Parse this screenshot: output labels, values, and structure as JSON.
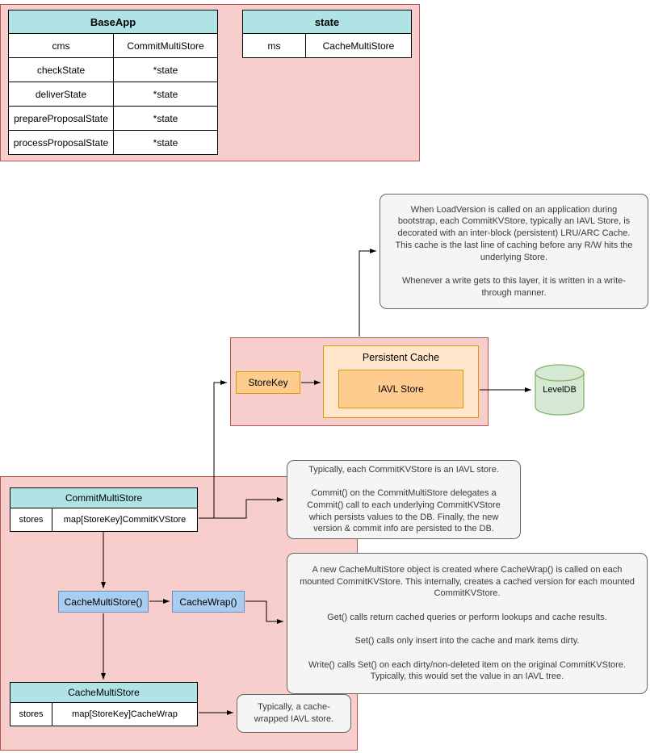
{
  "baseapp_panel": {
    "baseapp_table": {
      "title": "BaseApp",
      "rows": [
        {
          "key": "cms",
          "value": "CommitMultiStore"
        },
        {
          "key": "checkState",
          "value": "*state"
        },
        {
          "key": "deliverState",
          "value": "*state"
        },
        {
          "key": "prepareProposalState",
          "value": "*state"
        },
        {
          "key": "processProposalState",
          "value": "*state"
        }
      ]
    },
    "state_table": {
      "title": "state",
      "rows": [
        {
          "key": "ms",
          "value": "CacheMultiStore"
        }
      ]
    }
  },
  "persistent_cache_panel": {
    "store_key_label": "StoreKey",
    "persistent_cache_label": "Persistent Cache",
    "iavl_store_label": "IAVL Store"
  },
  "leveldb_label": "LevelDB",
  "commit_multi_store_panel": {
    "commit_table": {
      "title": "CommitMultiStore",
      "rows": [
        {
          "key": "stores",
          "value": "map[StoreKey]CommitKVStore"
        }
      ]
    },
    "cache_multi_store_fn_label": "CacheMultiStore()",
    "cache_wrap_fn_label": "CacheWrap()",
    "cache_table": {
      "title": "CacheMultiStore",
      "rows": [
        {
          "key": "stores",
          "value": "map[StoreKey]CacheWrap"
        }
      ]
    }
  },
  "notes": {
    "load_version": "When LoadVersion is called on an application during bootstrap, each CommitKVStore, typically an IAVL Store, is decorated with an inter-block (persistent) LRU/ARC Cache. This cache is the last line of caching before any R/W hits the underlying Store.\n\nWhenever a write gets to this layer, it is written in a write-through manner.",
    "commit_delegate": "Typically, each CommitKVStore is an IAVL store.\n\nCommit() on the CommitMultiStore delegates a Commit() call to each underlying CommitKVStore which persists values to the DB. Finally, the new version & commit info are persisted to the DB.",
    "cache_wrap_detail": "A new CacheMultiStore object is created where CacheWrap() is called on each mounted CommitKVStore. This internally, creates a cached version for each mounted CommitKVStore.\n\nGet() calls return cached queries or perform lookups and cache results.\n\nSet() calls only insert into the cache and mark items dirty.\n\nWrite() calls Set() on each dirty/non-deleted item on the original CommitKVStore. Typically, this would set the value in an IAVL tree.",
    "cache_wrapped_iavl": "Typically, a cache-wrapped IAVL store."
  },
  "colors": {
    "panel_pink": "#f8cecc",
    "header_teal": "#b0e3e6",
    "node_orange": "#ffcc8f",
    "node_orange_light": "#ffe6cc",
    "node_blue": "#a8cdf0",
    "db_green": "#d5e8d4",
    "note_gray": "#f5f5f5"
  }
}
